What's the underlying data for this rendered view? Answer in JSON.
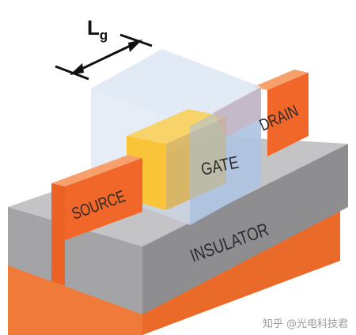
{
  "diagram": {
    "labels": {
      "lg_main": "L",
      "lg_sub": "g",
      "source": "SOURCE",
      "drain": "DRAIN",
      "gate": "GATE",
      "insulator": "INSULATOR"
    },
    "colors": {
      "substrate": "#f07a3a",
      "insulator": "#a9a9ab",
      "fin": "#f1672a",
      "gate_glass": "#c9d9ef",
      "gate_oxide": "#f4b82a"
    }
  },
  "watermark": {
    "text": "知乎 @光电科技君"
  }
}
